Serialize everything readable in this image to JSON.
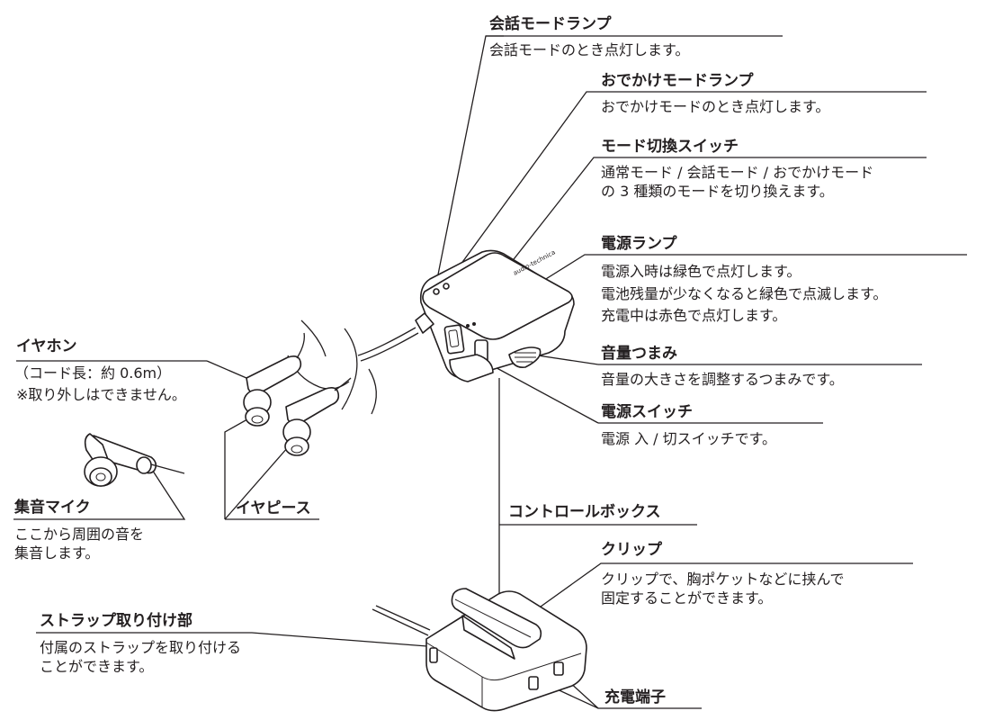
{
  "labels": {
    "conversation_lamp": {
      "title": "会話モードランプ",
      "desc": [
        "会話モードのとき点灯します。"
      ]
    },
    "outing_lamp": {
      "title": "おでかけモードランプ",
      "desc": [
        "おでかけモードのとき点灯します。"
      ]
    },
    "mode_switch": {
      "title": "モード切換スイッチ",
      "desc": [
        "通常モード / 会話モード / おでかけモード",
        "の 3 種類のモードを切り換えます。"
      ]
    },
    "power_lamp": {
      "title": "電源ランプ",
      "desc": [
        "電源入時は緑色で点灯します。",
        "電池残量が少なくなると緑色で点滅します。",
        "充電中は赤色で点灯します。"
      ]
    },
    "volume_knob": {
      "title": "音量つまみ",
      "desc": [
        "音量の大きさを調整するつまみです。"
      ]
    },
    "power_switch": {
      "title": "電源スイッチ",
      "desc": [
        "電源 入 / 切スイッチです。"
      ]
    },
    "earphone": {
      "title": "イヤホン",
      "desc": [
        "（コード長：約 0.6m）",
        "※取り外しはできません。"
      ]
    },
    "mic": {
      "title": "集音マイク",
      "desc": [
        "ここから周囲の音を",
        "集音します。"
      ]
    },
    "earpiece": {
      "title": "イヤピース"
    },
    "control_box": {
      "title": "コントロールボックス"
    },
    "clip": {
      "title": "クリップ",
      "desc": [
        "クリップで、胸ポケットなどに挟んで",
        "固定することができます。"
      ]
    },
    "strap": {
      "title": "ストラップ取り付け部",
      "desc": [
        "付属のストラップを取り付ける",
        "ことができます。"
      ]
    },
    "charge_port": {
      "title": "充電端子"
    }
  }
}
